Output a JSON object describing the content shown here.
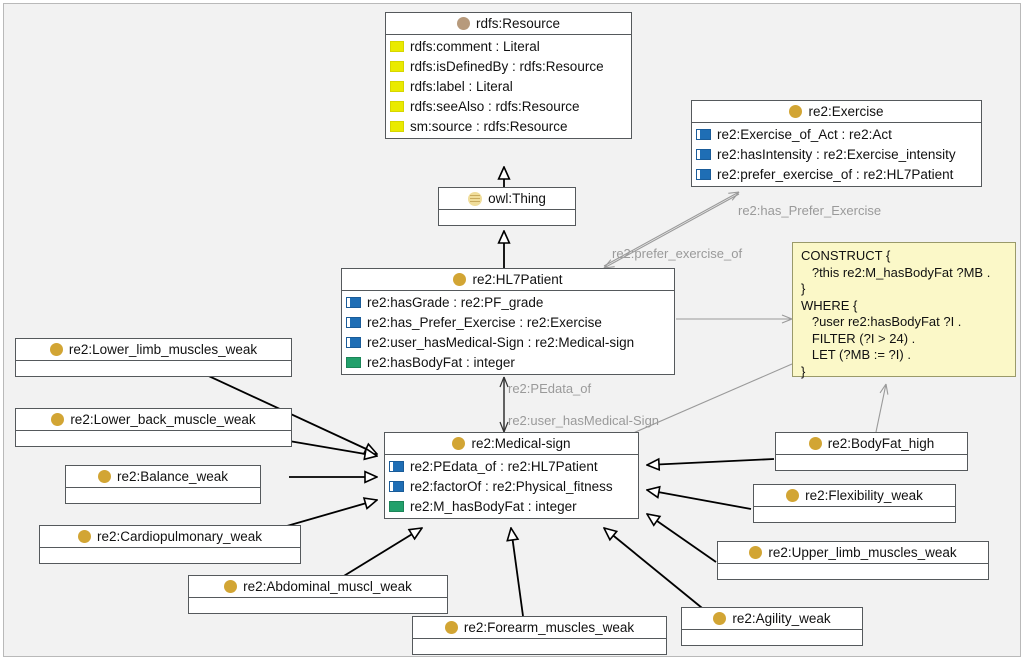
{
  "diagram": {
    "title": "Physical fitness ontology class diagram",
    "background": "#f2f2f2",
    "colors": {
      "class_icon": "#d2a534",
      "rdfs_icon": "#b79a7c",
      "thing_icon": "#f0dd9a",
      "datatype_property": "#eaea00",
      "object_property": "#1f6eb5",
      "integer_property": "#22a06b",
      "note_background": "#fbf8c8",
      "edge_label": "#9a9a9a"
    }
  },
  "classes": {
    "rdfs_resource": {
      "name": "rdfs:Resource",
      "icon": "rdfs-class-icon",
      "properties": [
        {
          "icon": "yellow-square-icon",
          "text": "rdfs:comment : Literal"
        },
        {
          "icon": "yellow-square-icon",
          "text": "rdfs:isDefinedBy : rdfs:Resource"
        },
        {
          "icon": "yellow-square-icon",
          "text": "rdfs:label : Literal"
        },
        {
          "icon": "yellow-square-icon",
          "text": "rdfs:seeAlso : rdfs:Resource"
        },
        {
          "icon": "yellow-square-icon",
          "text": "sm:source : rdfs:Resource"
        }
      ]
    },
    "owl_thing": {
      "name": "owl:Thing",
      "icon": "owl-thing-icon",
      "properties": []
    },
    "exercise": {
      "name": "re2:Exercise",
      "icon": "class-icon",
      "properties": [
        {
          "icon": "blue-square-icon",
          "text": "re2:Exercise_of_Act : re2:Act"
        },
        {
          "icon": "blue-square-icon",
          "text": "re2:hasIntensity : re2:Exercise_intensity"
        },
        {
          "icon": "blue-square-icon",
          "text": "re2:prefer_exercise_of : re2:HL7Patient"
        }
      ]
    },
    "hl7patient": {
      "name": "re2:HL7Patient",
      "icon": "class-icon",
      "properties": [
        {
          "icon": "blue-square-icon",
          "text": "re2:hasGrade : re2:PF_grade"
        },
        {
          "icon": "blue-square-icon",
          "text": "re2:has_Prefer_Exercise : re2:Exercise"
        },
        {
          "icon": "blue-square-icon",
          "text": "re2:user_hasMedical-Sign : re2:Medical-sign"
        },
        {
          "icon": "green-square-icon",
          "text": "re2:hasBodyFat : integer"
        }
      ]
    },
    "medical_sign": {
      "name": "re2:Medical-sign",
      "icon": "class-icon",
      "properties": [
        {
          "icon": "blue-square-icon",
          "text": "re2:PEdata_of : re2:HL7Patient"
        },
        {
          "icon": "blue-square-icon",
          "text": "re2:factorOf : re2:Physical_fitness"
        },
        {
          "icon": "green-square-icon",
          "text": "re2:M_hasBodyFat : integer"
        }
      ]
    },
    "lower_limb_muscles_weak": {
      "name": "re2:Lower_limb_muscles_weak",
      "icon": "class-icon",
      "properties": []
    },
    "lower_back_muscle_weak": {
      "name": "re2:Lower_back_muscle_weak",
      "icon": "class-icon",
      "properties": []
    },
    "balance_weak": {
      "name": "re2:Balance_weak",
      "icon": "class-icon",
      "properties": []
    },
    "cardiopulmonary_weak": {
      "name": "re2:Cardiopulmonary_weak",
      "icon": "class-icon",
      "properties": []
    },
    "abdominal_muscl_weak": {
      "name": "re2:Abdominal_muscl_weak",
      "icon": "class-icon",
      "properties": []
    },
    "forearm_muscles_weak": {
      "name": "re2:Forearm_muscles_weak",
      "icon": "class-icon",
      "properties": []
    },
    "agility_weak": {
      "name": "re2:Agility_weak",
      "icon": "class-icon",
      "properties": []
    },
    "upper_limb_muscles_weak": {
      "name": "re2:Upper_limb_muscles_weak",
      "icon": "class-icon",
      "properties": []
    },
    "flexibility_weak": {
      "name": "re2:Flexibility_weak",
      "icon": "class-icon",
      "properties": []
    },
    "bodyfat_high": {
      "name": "re2:BodyFat_high",
      "icon": "class-icon",
      "properties": []
    }
  },
  "note": {
    "name": "sparql-construct-rule",
    "text": "CONSTRUCT {\n   ?this re2:M_hasBodyFat ?MB .\n}\nWHERE {\n   ?user re2:hasBodyFat ?I .\n   FILTER (?I > 24) .\n   LET (?MB := ?I) .\n}"
  },
  "edge_labels": {
    "has_prefer_exercise": "re2:has_Prefer_Exercise",
    "prefer_exercise_of": "re2:prefer_exercise_of",
    "pedata_of": "re2:PEdata_of",
    "user_has_medical_sign": "re2:user_hasMedical-Sign"
  }
}
